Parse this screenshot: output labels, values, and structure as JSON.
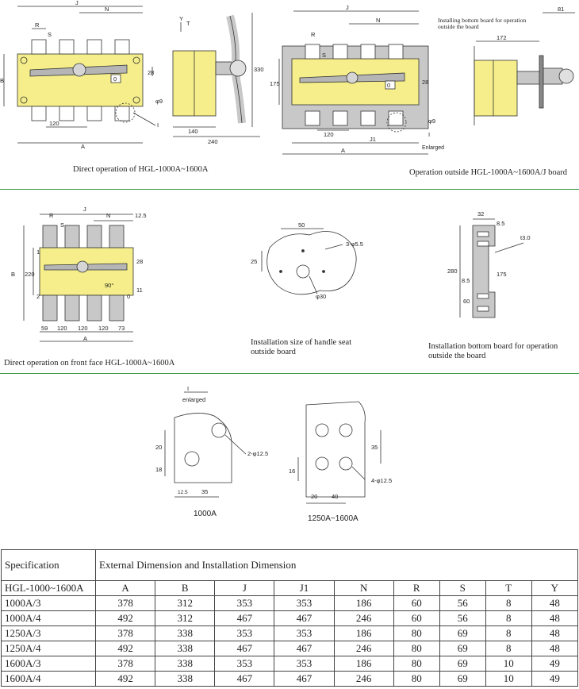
{
  "figures": {
    "fig1": {
      "caption": "Direct operation of HGL-1000A~1600A",
      "labels": {
        "J": "J",
        "N": "N",
        "R": "R",
        "S": "S",
        "B": "B",
        "A": "A",
        "d28": "28",
        "d120": "120",
        "phi9": "φ9",
        "I": "I",
        "Y": "Y",
        "T": "T",
        "d330": "330",
        "d140": "140",
        "d240": "240",
        "zero": "0"
      }
    },
    "fig2": {
      "caption": "Operation outside HGL-1000A~1600A/J board",
      "note": "Installing bottom board for operation outside the board",
      "enlarged": "Enlarged",
      "labels": {
        "J": "J",
        "N": "N",
        "R": "R",
        "S": "S",
        "d175": "175",
        "d28": "28",
        "d120": "120",
        "phi9": "φ9",
        "I": "I",
        "J1": "J1",
        "A": "A",
        "d81": "81",
        "d172": "172",
        "zero": "0"
      }
    },
    "fig3": {
      "caption": "Direct operation on front face HGL-1000A~1600A",
      "labels": {
        "J": "J",
        "R": "R",
        "N": "N",
        "S": "S",
        "d12_5": "12.5",
        "B": "B",
        "d220": "220",
        "d28": "28",
        "d11": "11",
        "d90": "90°",
        "d59": "59",
        "d120a": "120",
        "d120b": "120",
        "d120c": "120",
        "d73": "73",
        "A": "A",
        "one": "1",
        "zero": "0",
        "two": "2"
      }
    },
    "fig4": {
      "caption": "Installation size of handle seat outside board",
      "labels": {
        "d50": "50",
        "d25": "25",
        "holes": "3-φ5.5",
        "phi30": "φ30"
      }
    },
    "fig5": {
      "caption": "Installation bottom board for operation outside the board",
      "labels": {
        "d32": "32",
        "d8_5a": "8.5",
        "t3": "t3.0",
        "d280": "280",
        "d175": "175",
        "d8_5b": "8.5",
        "d60": "60"
      }
    },
    "fig6": {
      "title_top": "I",
      "title_bottom": "enlarged",
      "caption": "1000A",
      "labels": {
        "d20": "20",
        "d18": "18",
        "d12_5": "12.5",
        "d35": "35",
        "holes": "2-φ12.5"
      }
    },
    "fig7": {
      "caption": "1250A~1600A",
      "labels": {
        "d35": "35",
        "d16": "16",
        "d20": "20",
        "d40": "40",
        "holes": "4-φ12.5"
      }
    }
  },
  "table": {
    "spec_label": "Specification",
    "ext_label": "External Dimension and Installation Dimension",
    "series_label": "HGL-1000~1600A",
    "columns": [
      "A",
      "B",
      "J",
      "J1",
      "N",
      "R",
      "S",
      "T",
      "Y"
    ],
    "rows": [
      [
        "1000A/3",
        "378",
        "312",
        "353",
        "353",
        "186",
        "60",
        "56",
        "8",
        "48"
      ],
      [
        "1000A/4",
        "492",
        "312",
        "467",
        "467",
        "246",
        "60",
        "56",
        "8",
        "48"
      ],
      [
        "1250A/3",
        "378",
        "338",
        "353",
        "353",
        "186",
        "80",
        "69",
        "8",
        "48"
      ],
      [
        "1250A/4",
        "492",
        "338",
        "467",
        "467",
        "246",
        "80",
        "69",
        "8",
        "48"
      ],
      [
        "1600A/3",
        "378",
        "338",
        "353",
        "353",
        "186",
        "80",
        "69",
        "10",
        "49"
      ],
      [
        "1600A/4",
        "492",
        "338",
        "467",
        "467",
        "246",
        "80",
        "69",
        "10",
        "49"
      ]
    ]
  },
  "colors": {
    "yellow": "#f5ee8a",
    "gray": "#c8c8c8",
    "rule": "#3a9a4a"
  }
}
